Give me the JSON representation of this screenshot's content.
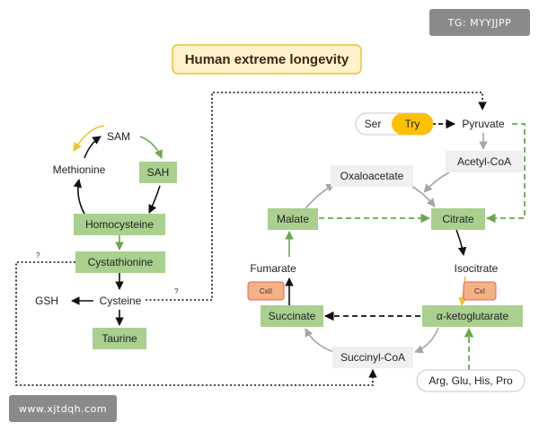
{
  "title": "Human extreme longevity",
  "watermark_top": "TG: MYYJJPP",
  "watermark_bottom": "www.xjtdqh.com",
  "colors": {
    "green_box": "#a9d08e",
    "green_dash": "#6aa84f",
    "gray_box": "#f0f0f0",
    "orange_enzyme": "#f4b183",
    "yellow_try": "#ffc000",
    "title_bg": "#fff2cc",
    "title_border": "#f2c12e"
  },
  "methionine_cycle": {
    "sam": "SAM",
    "sah": "SAH",
    "methionine": "Methionine",
    "homocysteine": "Homocysteine",
    "cystathionine": "Cystathionine",
    "cysteine": "Cysteine",
    "gsh": "GSH",
    "taurine": "Taurine"
  },
  "tca_cycle": {
    "ser": "Ser",
    "try": "Try",
    "pyruvate": "Pyruvate",
    "acetyl_coa": "Acetyl-CoA",
    "oxaloacetate": "Oxaloacetate",
    "malate": "Malate",
    "citrate": "Citrate",
    "fumarate": "Fumarate",
    "isocitrate": "Isocitrate",
    "cxii": "CxII",
    "cxi": "CxI",
    "succinate": "Succinate",
    "alpha_kg": "α-ketoglutarate",
    "succinyl_coa": "Succinyl-CoA",
    "amino_acids": "Arg, Glu, His, Pro"
  },
  "unknown_links": {
    "q1": "?",
    "q2": "?"
  }
}
